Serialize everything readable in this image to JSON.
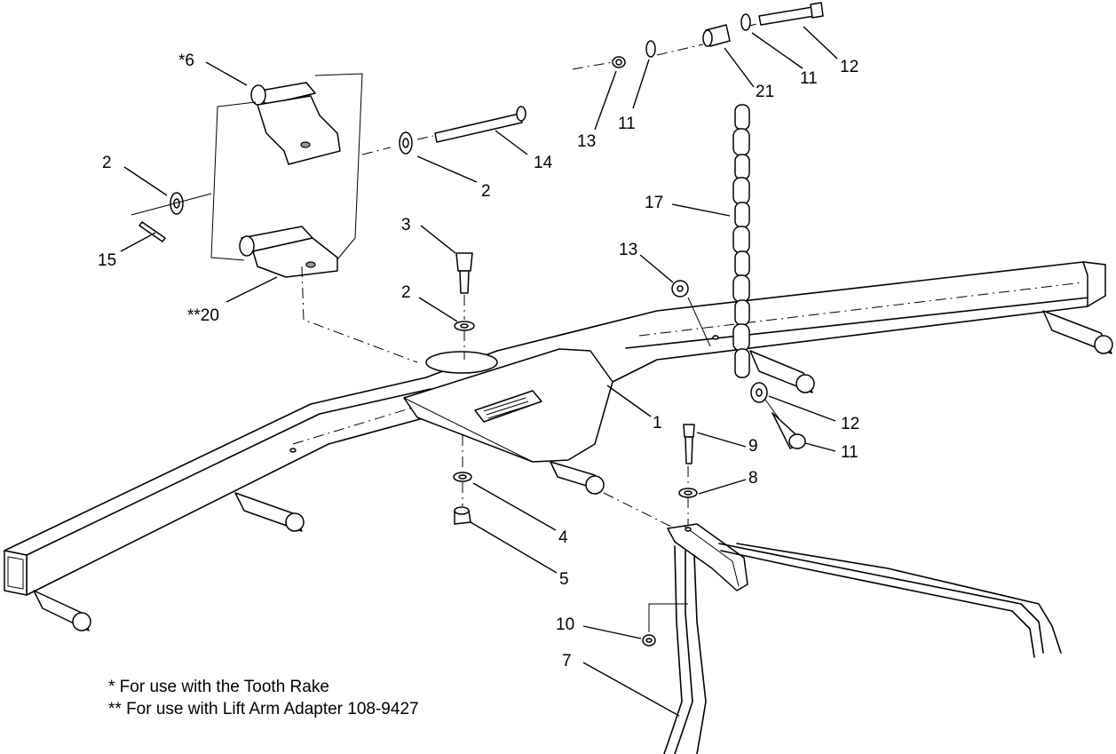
{
  "callouts": {
    "c1": "1",
    "c2a": "2",
    "c2b": "2",
    "c2c": "2",
    "c3": "3",
    "c4": "4",
    "c5": "5",
    "c6": "*6",
    "c7": "7",
    "c8": "8",
    "c9": "9",
    "c10": "10",
    "c11a": "11",
    "c11b": "11",
    "c11c": "11",
    "c12a": "12",
    "c12b": "12",
    "c13a": "13",
    "c13b": "13",
    "c14": "14",
    "c15": "15",
    "c17": "17",
    "c20": "**20",
    "c21": "21"
  },
  "notes": {
    "tooth_rake": "* For use with the Tooth Rake",
    "lift_arm": "** For use with Lift Arm Adapter 108-9427"
  }
}
